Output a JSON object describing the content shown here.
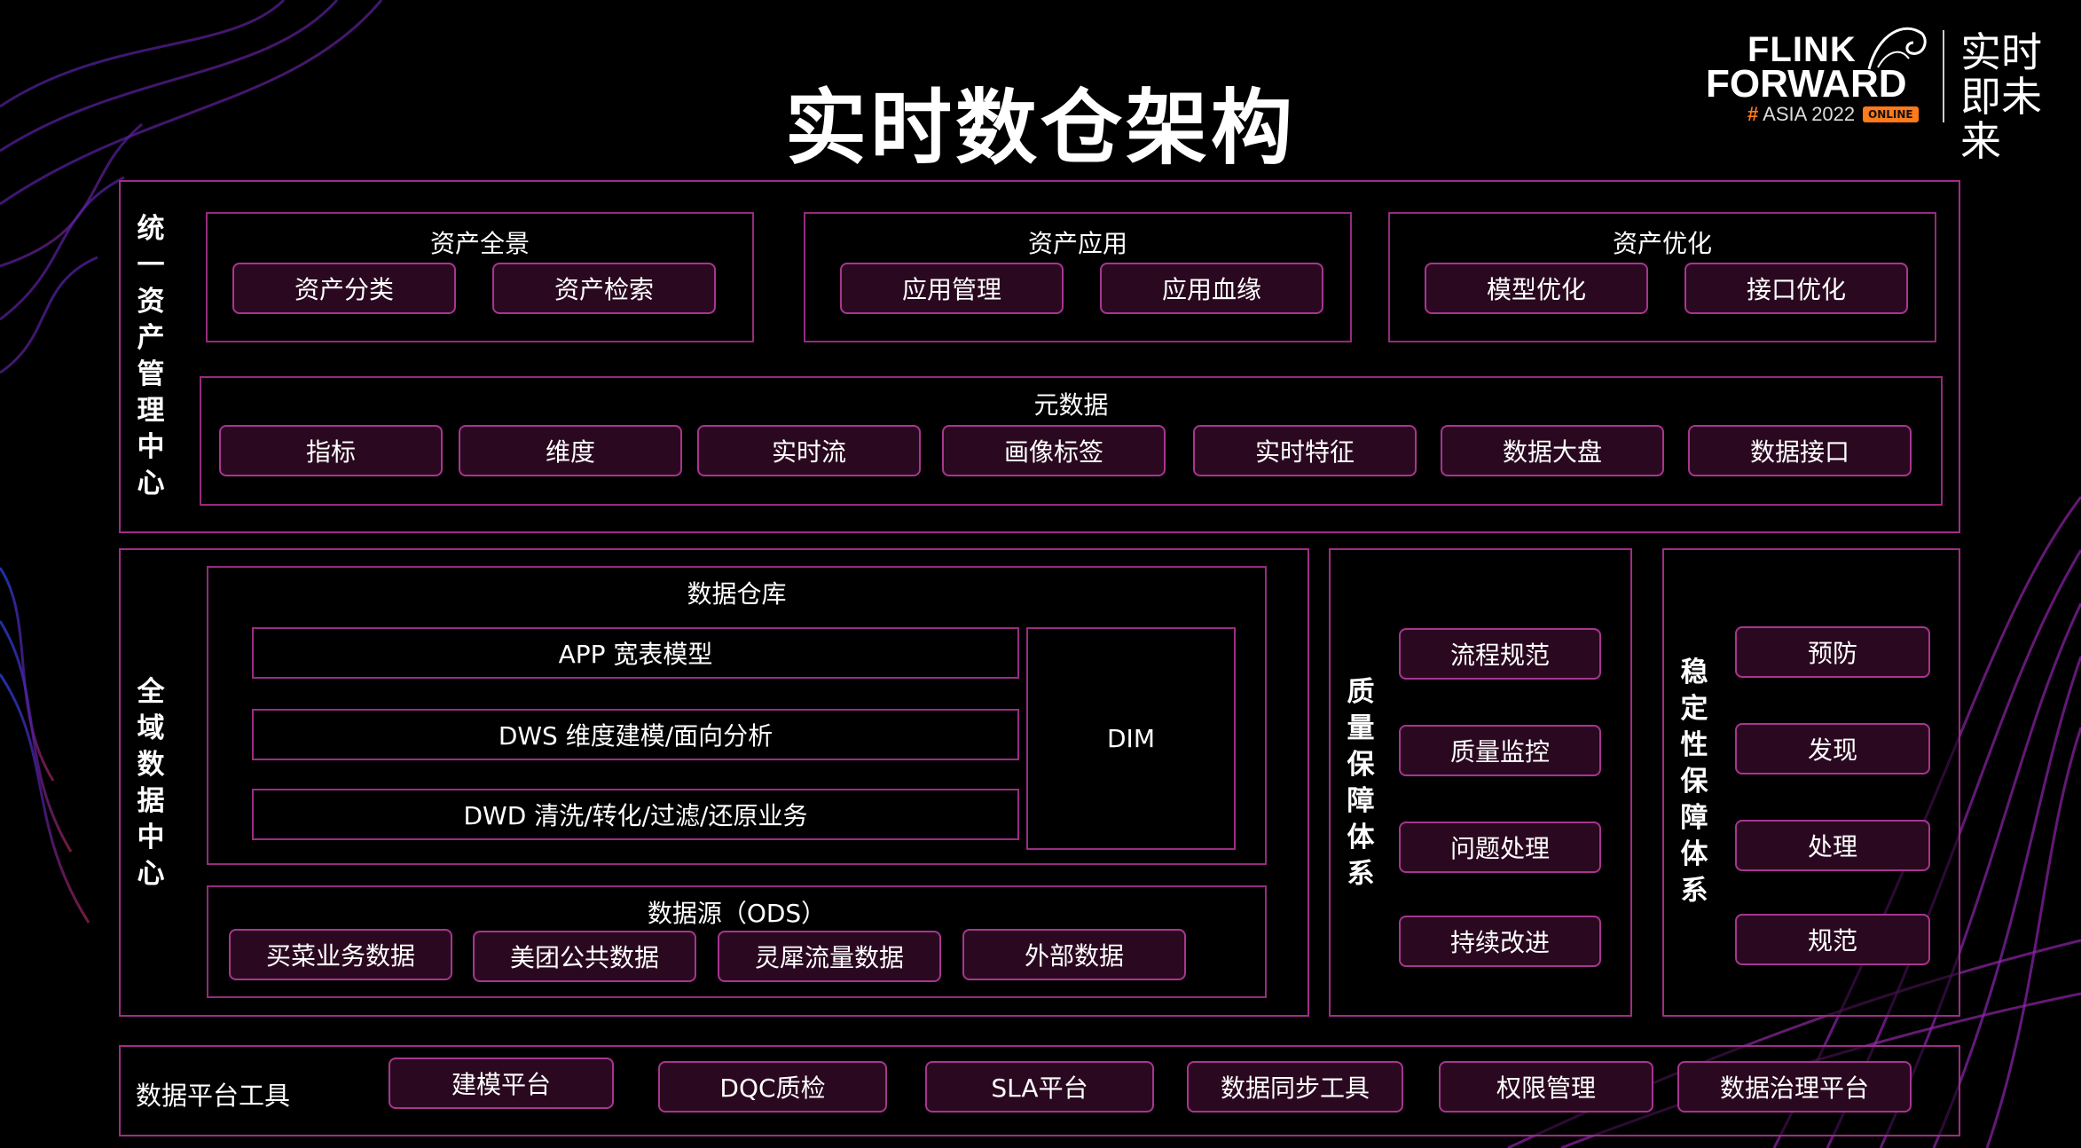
{
  "title": "实时数仓架构",
  "logo": {
    "line1": "FLINK",
    "line2": "FORWARD",
    "hash": "#",
    "line3": "ASIA 2022",
    "badge": "ONLINE",
    "slogan": "实时即未来"
  },
  "asset_center": {
    "label": "统一资产管理中心",
    "groups": [
      {
        "title": "资产全景",
        "items": [
          "资产分类",
          "资产检索"
        ]
      },
      {
        "title": "资产应用",
        "items": [
          "应用管理",
          "应用血缘"
        ]
      },
      {
        "title": "资产优化",
        "items": [
          "模型优化",
          "接口优化"
        ]
      }
    ],
    "metadata": {
      "title": "元数据",
      "items": [
        "指标",
        "维度",
        "实时流",
        "画像标签",
        "实时特征",
        "数据大盘",
        "数据接口"
      ]
    }
  },
  "data_center": {
    "label": "全域数据中心",
    "warehouse": {
      "title": "数据仓库",
      "layers": [
        "APP 宽表模型",
        "DWS 维度建模/面向分析",
        "DWD 清洗/转化/过滤/还原业务"
      ],
      "dim": "DIM"
    },
    "sources": {
      "title": "数据源（ODS）",
      "items": [
        "买菜业务数据",
        "美团公共数据",
        "灵犀流量数据",
        "外部数据"
      ]
    }
  },
  "quality": {
    "label": "质量保障体系",
    "items": [
      "流程规范",
      "质量监控",
      "问题处理",
      "持续改进"
    ]
  },
  "stability": {
    "label": "稳定性保障体系",
    "items": [
      "预防",
      "发现",
      "处理",
      "规范"
    ]
  },
  "tools": {
    "label": "数据平台工具",
    "items": [
      "建模平台",
      "DQC质检",
      "SLA平台",
      "数据同步工具",
      "权限管理",
      "数据治理平台"
    ]
  },
  "colors": {
    "border": "#a12c88",
    "button_fill": "#2a0920",
    "accent_orange": "#ff7a1a"
  }
}
